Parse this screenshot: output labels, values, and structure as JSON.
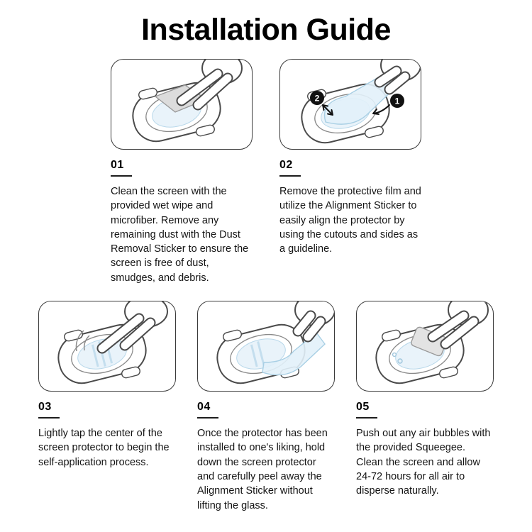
{
  "title": "Installation Guide",
  "steps": [
    {
      "number": "01",
      "description": "Clean the screen with the provided wet wipe and microfiber. Remove any remaining dust with the Dust Removal Sticker to ensure the screen is free of dust, smudges, and debris."
    },
    {
      "number": "02",
      "description": "Remove the protective film and utilize the Alignment Sticker to easily align the protector by using the cutouts and sides as a guideline."
    },
    {
      "number": "03",
      "description": "Lightly tap the center of the screen protector to begin the self-application process."
    },
    {
      "number": "04",
      "description": "Once the protector has been installed to one's liking, hold down the screen protector and carefully peel away the Alignment Sticker without lifting the glass."
    },
    {
      "number": "05",
      "description": "Push out any air bubbles with the provided Squeegee. Clean the screen and allow 24-72 hours for all air to disperse naturally."
    }
  ],
  "badges": [
    "1",
    "2"
  ],
  "colors": {
    "outline": "#4a4a4a",
    "film": "#e2f1f9",
    "film_edge": "#a8cfe4",
    "wipe": "#dcdcdc",
    "badge": "#111111"
  }
}
